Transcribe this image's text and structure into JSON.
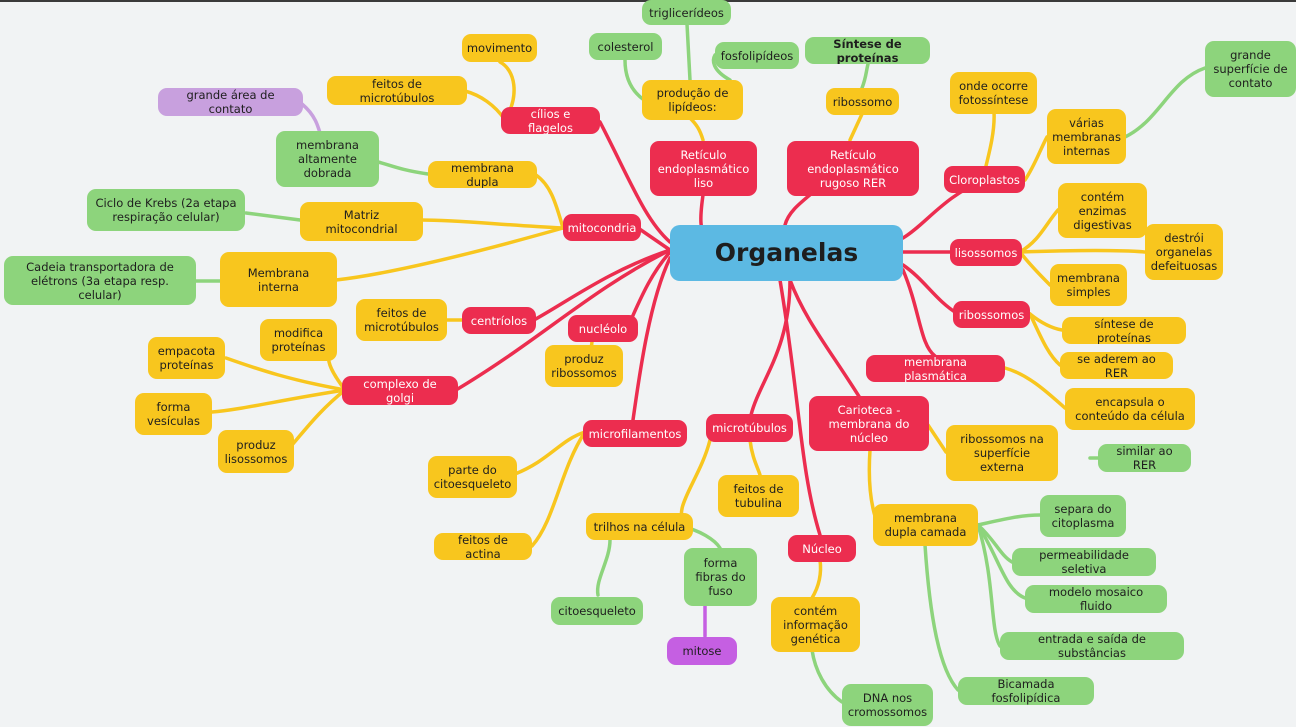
{
  "colors": {
    "red": "#ec2d4f",
    "yellow": "#f8c61e",
    "green": "#8dd47c",
    "lilac": "#c8a0de",
    "magenta": "#c55fe2",
    "blue": "#5cb9e3"
  },
  "nodes": {
    "root": "Organelas",
    "ret_liso": "Retículo\nendoplasmático\nliso",
    "ret_rugoso": "Retículo\nendoplasmático\nrugoso RER",
    "producao_lipideos": "produção de\nlipídeos:",
    "trigliceridios": "triglicerídeos",
    "colesterol": "colesterol",
    "fosfolipideos": "fosfolipídeos",
    "ribossomo": "ribossomo",
    "sintese_proteinas_top": "Síntese de proteínas",
    "cloroplastos": "Cloroplastos",
    "onde_ocorre": "onde ocorre\nfotossíntese",
    "varias_membranas": "várias\nmembranas\ninternas",
    "grande_superficie": "grande\nsuperfície de\ncontato",
    "lisossomos": "lisossomos",
    "contem_enzimas": "contém\nenzimas\ndigestivas",
    "destroi": "destrói\norganelas\ndefeituosas",
    "membrana_simples": "membrana\nsimples",
    "ribossomos": "ribossomos",
    "sintese_proteinas": "síntese de proteínas",
    "se_aderem": "se aderem ao RER",
    "membrana_plasmatica": "membrana plasmática",
    "encapsula": "encapsula o\nconteúdo da célula",
    "carioteca": "Carioteca -\nmembrana do\nnúcleo",
    "ribossomos_superficie": "ribossomos na\nsuperfície\nexterna",
    "similar_rer": "similar ao RER",
    "membrana_dupla_camada": "membrana\ndupla camada",
    "separa_citoplasma": "separa do\ncitoplasma",
    "permeabilidade": "permeabilidade seletiva",
    "mosaico": "modelo mosaico fluido",
    "entrada_saida": "entrada e saída de substâncias",
    "bicamada": "Bicamada fosfolipídica",
    "nucleo": "Núcleo",
    "contem_informacao": "contém\ninformação\ngenética",
    "dna": "DNA nos\ncromossomos",
    "microtubulos": "microtúbulos",
    "feitos_tubulina": "feitos de\ntubulina",
    "trilhos": "trilhos na célula",
    "citoesqueleto": "citoesqueleto",
    "forma_fibras": "forma\nfibras do\nfuso",
    "mitose": "mitose",
    "microfilamentos": "microfilamentos",
    "parte_citoesqueleto": "parte do\ncitoesqueleto",
    "feitos_actina": "feitos de actina",
    "nucleolo": "nucléolo",
    "produz_ribossomos": "produz\nribossomos",
    "complexo_golgi": "complexo de golgi",
    "modifica_proteinas": "modifica\nproteínas",
    "empacota": "empacota\nproteínas",
    "forma_vesiculas": "forma\nvesículas",
    "produz_lisossomos": "produz\nlisossomos",
    "centriolos": "centríolos",
    "feitos_microtubulos_c": "feitos de\nmicrotúbulos",
    "mitocondria": "mitocondria",
    "membrana_dupla": "membrana dupla",
    "membrana_dobrada": "membrana\naltamente\ndobrada",
    "matriz": "Matriz mitocondrial",
    "ciclo_krebs": "Ciclo de Krebs (2a etapa\nrespiração celular)",
    "membrana_interna": "Membrana interna",
    "cadeia": "Cadeia transportadora de\nelétrons (3a etapa resp. celular)",
    "cilios": "cílios e flagelos",
    "movimento": "movimento",
    "feitos_microtubulos": "feitos de microtúbulos",
    "grande_area": "grande área de contato"
  }
}
